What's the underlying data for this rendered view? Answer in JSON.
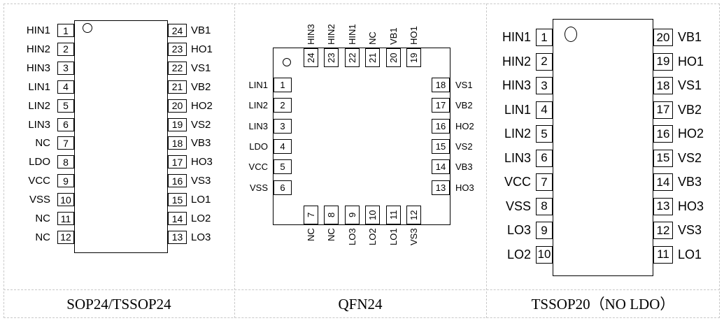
{
  "captions": {
    "sop24": "SOP24/TSSOP24",
    "qfn24": "QFN24",
    "tssop20": "TSSOP20（NO LDO）"
  },
  "sop24": {
    "left_pins": [
      {
        "num": "1",
        "name": "HIN1"
      },
      {
        "num": "2",
        "name": "HIN2"
      },
      {
        "num": "3",
        "name": "HIN3"
      },
      {
        "num": "4",
        "name": "LIN1"
      },
      {
        "num": "5",
        "name": "LIN2"
      },
      {
        "num": "6",
        "name": "LIN3"
      },
      {
        "num": "7",
        "name": "NC"
      },
      {
        "num": "8",
        "name": "LDO"
      },
      {
        "num": "9",
        "name": "VCC"
      },
      {
        "num": "10",
        "name": "VSS"
      },
      {
        "num": "11",
        "name": "NC"
      },
      {
        "num": "12",
        "name": "NC"
      }
    ],
    "right_pins": [
      {
        "num": "24",
        "name": "VB1"
      },
      {
        "num": "23",
        "name": "HO1"
      },
      {
        "num": "22",
        "name": "VS1"
      },
      {
        "num": "21",
        "name": "VB2"
      },
      {
        "num": "20",
        "name": "HO2"
      },
      {
        "num": "19",
        "name": "VS2"
      },
      {
        "num": "18",
        "name": "VB3"
      },
      {
        "num": "17",
        "name": "HO3"
      },
      {
        "num": "16",
        "name": "VS3"
      },
      {
        "num": "15",
        "name": "LO1"
      },
      {
        "num": "14",
        "name": "LO2"
      },
      {
        "num": "13",
        "name": "LO3"
      }
    ]
  },
  "qfn24": {
    "left_pins": [
      {
        "num": "1",
        "name": "LIN1"
      },
      {
        "num": "2",
        "name": "LIN2"
      },
      {
        "num": "3",
        "name": "LIN3"
      },
      {
        "num": "4",
        "name": "LDO"
      },
      {
        "num": "5",
        "name": "VCC"
      },
      {
        "num": "6",
        "name": "VSS"
      }
    ],
    "bottom_pins": [
      {
        "num": "7",
        "name": "NC"
      },
      {
        "num": "8",
        "name": "NC"
      },
      {
        "num": "9",
        "name": "LO3"
      },
      {
        "num": "10",
        "name": "LO2"
      },
      {
        "num": "11",
        "name": "LO1"
      },
      {
        "num": "12",
        "name": "VS3"
      }
    ],
    "right_pins": [
      {
        "num": "18",
        "name": "VS1"
      },
      {
        "num": "17",
        "name": "VB2"
      },
      {
        "num": "16",
        "name": "HO2"
      },
      {
        "num": "15",
        "name": "VS2"
      },
      {
        "num": "14",
        "name": "VB3"
      },
      {
        "num": "13",
        "name": "HO3"
      }
    ],
    "top_pins": [
      {
        "num": "24",
        "name": "HIN3"
      },
      {
        "num": "23",
        "name": "HIN2"
      },
      {
        "num": "22",
        "name": "HIN1"
      },
      {
        "num": "21",
        "name": "NC"
      },
      {
        "num": "20",
        "name": "VB1"
      },
      {
        "num": "19",
        "name": "HO1"
      }
    ]
  },
  "tssop20": {
    "left_pins": [
      {
        "num": "1",
        "name": "HIN1"
      },
      {
        "num": "2",
        "name": "HIN2"
      },
      {
        "num": "3",
        "name": "HIN3"
      },
      {
        "num": "4",
        "name": "LIN1"
      },
      {
        "num": "5",
        "name": "LIN2"
      },
      {
        "num": "6",
        "name": "LIN3"
      },
      {
        "num": "7",
        "name": "VCC"
      },
      {
        "num": "8",
        "name": "VSS"
      },
      {
        "num": "9",
        "name": "LO3"
      },
      {
        "num": "10",
        "name": "LO2"
      }
    ],
    "right_pins": [
      {
        "num": "20",
        "name": "VB1"
      },
      {
        "num": "19",
        "name": "HO1"
      },
      {
        "num": "18",
        "name": "VS1"
      },
      {
        "num": "17",
        "name": "VB2"
      },
      {
        "num": "16",
        "name": "HO2"
      },
      {
        "num": "15",
        "name": "VS2"
      },
      {
        "num": "14",
        "name": "VB3"
      },
      {
        "num": "13",
        "name": "HO3"
      },
      {
        "num": "12",
        "name": "VS3"
      },
      {
        "num": "11",
        "name": "LO1"
      }
    ]
  }
}
